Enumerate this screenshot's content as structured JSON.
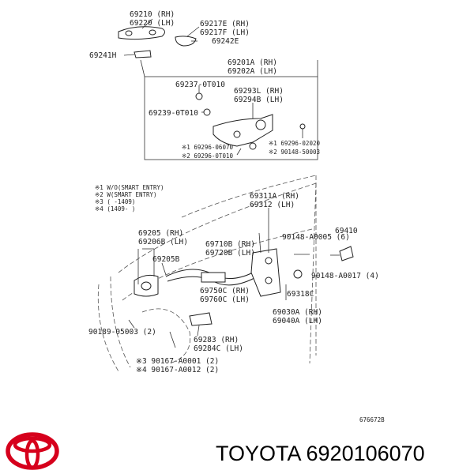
{
  "brand_text": "TOYOTA 6920106070",
  "logo": {
    "name": "toyota-logo",
    "color": "#d6001c"
  },
  "figure_code": "676672B",
  "labels": {
    "l69210": "69210 (RH)",
    "l69220": "69220 (LH)",
    "l69217E": "69217E (RH)",
    "l69217F": "69217F (LH)",
    "l69242E": "69242E",
    "l69241H": "69241H",
    "l69201A": "69201A (RH)",
    "l69202A": "69202A (LH)",
    "l69237": "69237-0T010",
    "l69293L": "69293L (RH)",
    "l69294B": "69294B (LH)",
    "l69239": "69239-0T010",
    "l69296_02020": "※1 69296-02020",
    "l90148_50003": "※2 90148-50003",
    "l69296_06070": "※1 69296-06070",
    "l69296_0T010": "※2 69296-0T010",
    "note1": "※1 W/O(SMART ENTRY)",
    "note2": "※2 W(SMART ENTRY)",
    "note3": "※3 (       -1409)",
    "note4": "※4 (1409-       )",
    "l69311A": "69311A (RH)",
    "l69312": "69312 (LH)",
    "l69410": "69410",
    "l69205": "69205 (RH)",
    "l69206B": "69206B (LH)",
    "l90148_A0005": "90148-A0005 (6)",
    "l69710B": "69710B (RH)",
    "l69720B": "69720B (LH)",
    "l69205B": "69205B",
    "l90148_A0017": "90148-A0017 (4)",
    "l69750C": "69750C (RH)",
    "l69760C": "69760C (LH)",
    "l69318C": "69318C",
    "l69030A": "69030A (RH)",
    "l69040A": "69040A (LH)",
    "l90189": "90189-05003 (2)",
    "l69283": "69283 (RH)",
    "l69284C": "69284C (LH)",
    "l90167_A0001": "※3 90167-A0001 (2)",
    "l90167_A0012": "※4 90167-A0012 (2)"
  }
}
